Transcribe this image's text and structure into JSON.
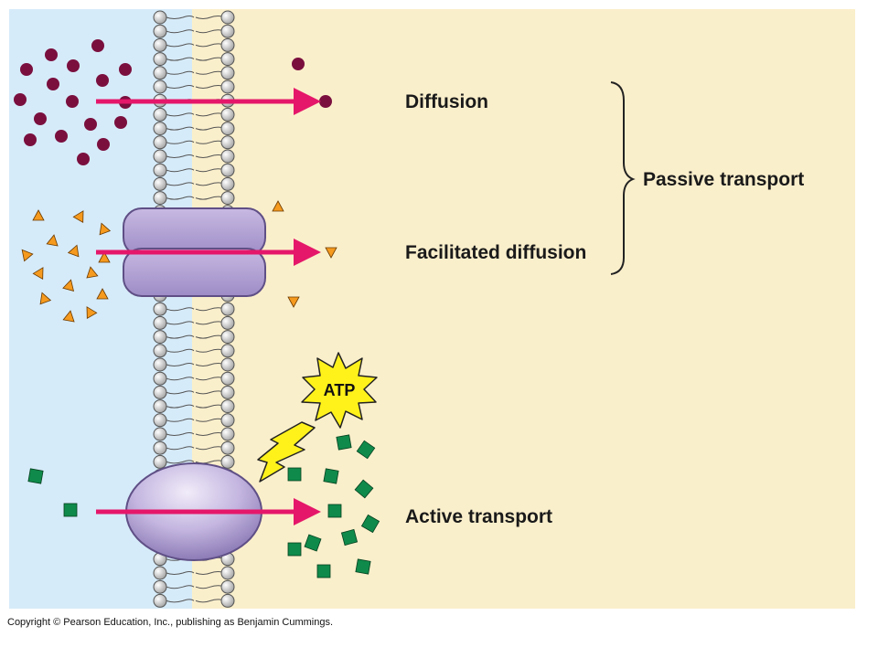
{
  "labels": {
    "diffusion": "Diffusion",
    "facilitated_diffusion": "Facilitated diffusion",
    "passive_transport": "Passive transport",
    "active_transport": "Active transport",
    "atp": "ATP"
  },
  "copyright": "Copyright © Pearson Education, Inc., publishing as Benjamin Cummings.",
  "colors": {
    "outside_bg": "#d6ebf9",
    "inside_bg": "#faefcb",
    "arrow": "#e5176a",
    "dot": "#7a0f3e",
    "triangle": "#f59a1e",
    "square": "#0f8a4a",
    "protein": "#b7a6d4",
    "atp_burst": "#fff21a"
  }
}
